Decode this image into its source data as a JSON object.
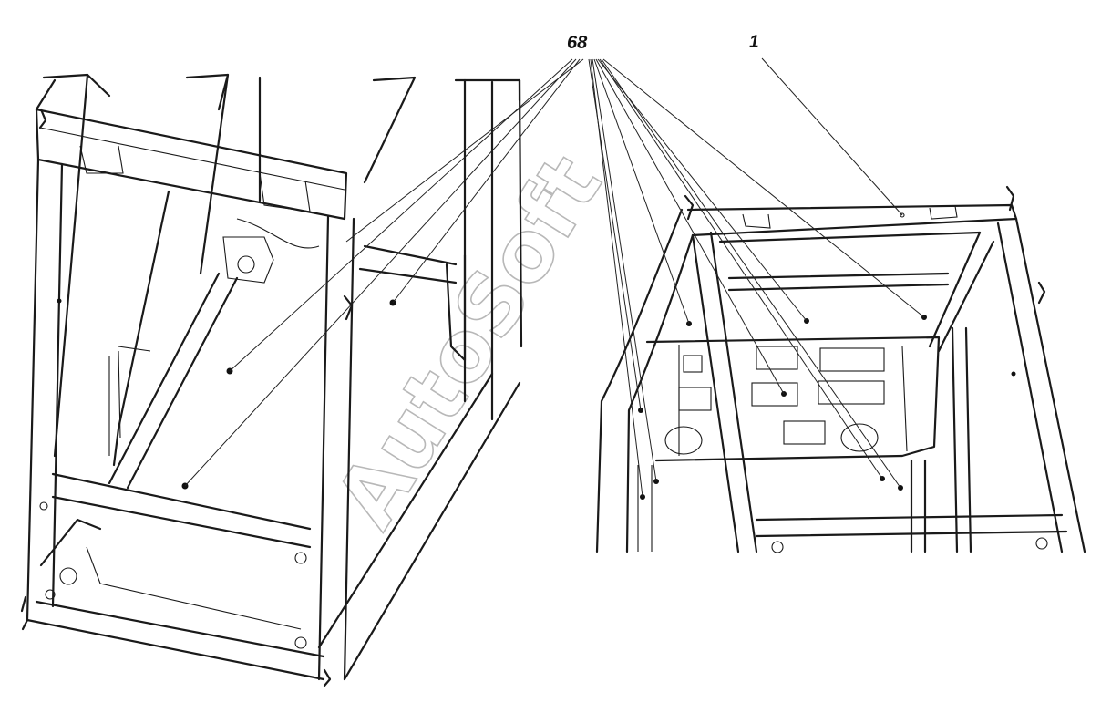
{
  "callouts": {
    "part_68": "68",
    "part_1": "1"
  },
  "watermark": "AutoSoft"
}
